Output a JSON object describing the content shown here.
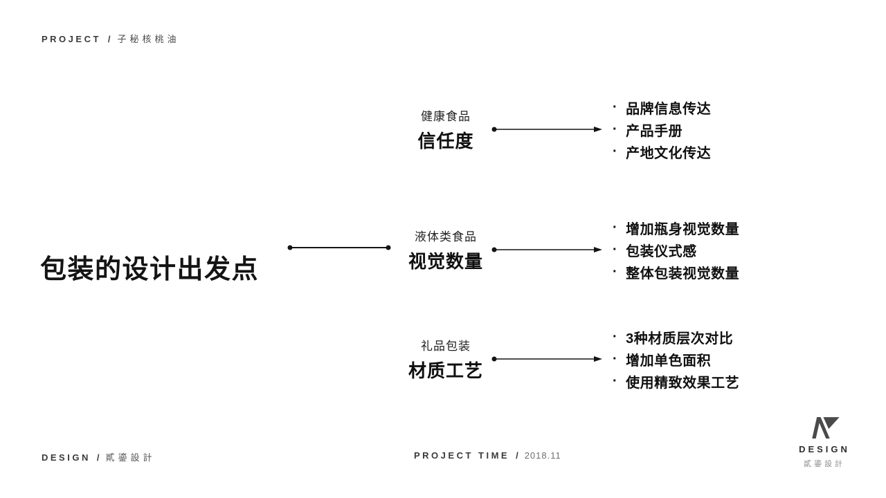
{
  "header": {
    "label": "PROJECT",
    "separator": "/",
    "value": "子秘核桃油"
  },
  "main": {
    "title": "包装的设计出发点",
    "bullet": "·",
    "branches": [
      {
        "category": "健康食品",
        "keyword": "信任度",
        "points": [
          "品牌信息传达",
          "产品手册",
          "产地文化传达"
        ]
      },
      {
        "category": "液体类食品",
        "keyword": "视觉数量",
        "points": [
          "增加瓶身视觉数量",
          "包装仪式感",
          "整体包装视觉数量"
        ]
      },
      {
        "category": "礼品包装",
        "keyword": "材质工艺",
        "points": [
          "3种材质层次对比",
          "增加单色面积",
          "使用精致效果工艺"
        ]
      }
    ]
  },
  "footer": {
    "design_label": "DESIGN",
    "separator": "/",
    "design_value": "貳鎏設計",
    "time_label": "PROJECT TIME",
    "time_value": "2018.11"
  },
  "logo": {
    "name": "DESIGN",
    "subtitle": "貳鎏設計"
  },
  "colors": {
    "background": "#ffffff",
    "text_primary": "#101010",
    "text_secondary": "#3a3a3a",
    "muted": "#6e6e6e",
    "logo_mark": "#4a4a4a"
  }
}
